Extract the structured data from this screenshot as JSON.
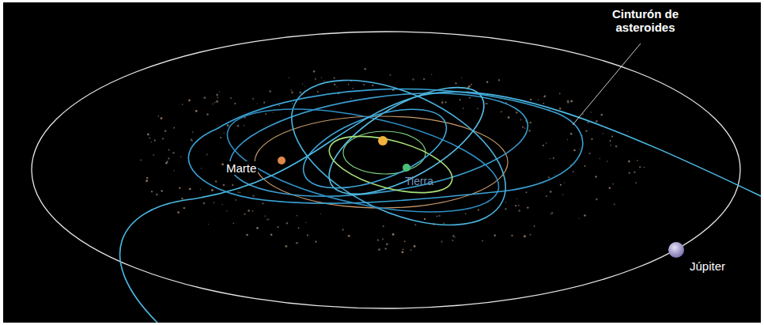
{
  "diagram": {
    "labels": [
      "Cinturón de asteroides",
      "Marte",
      "Tierra",
      "Júpiter"
    ]
  }
}
